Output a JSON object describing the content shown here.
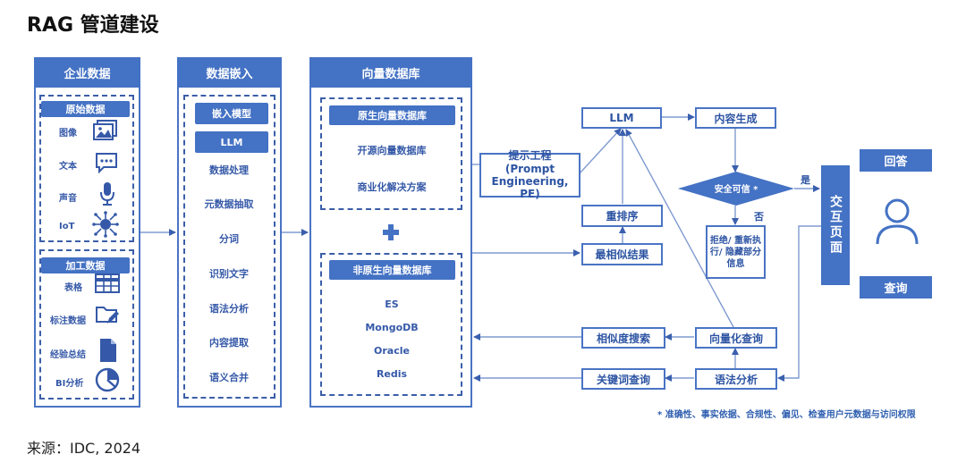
{
  "title": "RAG 管道建设",
  "source": "来源：IDC, 2024",
  "footnote": "* 准确性、事实依据、合规性、偏见、检查用户元数据与访问权限",
  "enterprise": {
    "header": "企业数据",
    "raw_label": "原始数据",
    "raw_items": [
      "图像",
      "文本",
      "声音",
      "IoT"
    ],
    "processed_label": "加工数据",
    "processed_items": [
      "表格",
      "标注数据",
      "经验总结",
      "BI分析"
    ]
  },
  "embedding": {
    "header": "数据嵌入",
    "pills": [
      "嵌入模型",
      "LLM"
    ],
    "items": [
      "数据处理",
      "元数据抽取",
      "分词",
      "识别文字",
      "语法分析",
      "内容提取",
      "语义合并"
    ]
  },
  "vectordb": {
    "header": "向量数据库",
    "native_label": "原生向量数据库",
    "native_items": [
      "开源向量数据库",
      "商业化解决方案"
    ],
    "plus": "+",
    "nonnative_label": "非原生向量数据库",
    "nonnative_items": [
      "ES",
      "MongoDB",
      "Oracle",
      "Redis"
    ]
  },
  "flow": {
    "prompt": "提示工程 (Prompt Engineering, PE)",
    "llm": "LLM",
    "generate": "内容生成",
    "rerank": "重排序",
    "similar_results": "最相似结果",
    "safety": "安全可信 *",
    "yes": "是",
    "no": "否",
    "reject": "拒绝/ 重新执行/ 隐藏部分 信息",
    "interaction": "交互页面",
    "answer": "回答",
    "query": "查询",
    "sim_search": "相似度搜索",
    "vector_query": "向量化查询",
    "keyword_query": "关键词查询",
    "syntax": "语法分析"
  },
  "colors": {
    "primary": "#4472c4",
    "border": "#4a74c4",
    "text": "#3559a8"
  },
  "icons": [
    "image-icon",
    "chat-icon",
    "microphone-icon",
    "iot-network-icon",
    "table-icon",
    "folder-edit-icon",
    "document-icon",
    "pie-chart-icon",
    "user-icon"
  ]
}
